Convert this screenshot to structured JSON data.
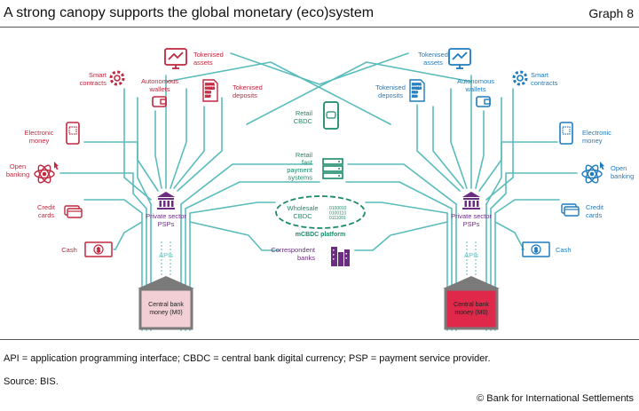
{
  "header": {
    "title": "A strong canopy supports the global monetary (eco)system",
    "graph_label": "Graph 8"
  },
  "colors": {
    "branch": "#5bbcbc",
    "left_accent": "#c0283f",
    "right_accent": "#1f7bbf",
    "center_green": "#1a8a6a",
    "purple": "#6b2c82",
    "trunk_fill_left": "#f1cfd4",
    "trunk_fill_right": "#e0294a",
    "roof": "#7a7a7a"
  },
  "diagram": {
    "left": {
      "tokenised_assets": [
        "Tokenised",
        "assets"
      ],
      "smart_contracts": [
        "Smart",
        "contracts"
      ],
      "autonomous_wallets": [
        "Autonomous",
        "wallets"
      ],
      "tokenised_deposits": [
        "Tokenised",
        "deposits"
      ],
      "electronic_money": [
        "Electronic",
        "money"
      ],
      "open_banking": [
        "Open",
        "banking"
      ],
      "credit_cards": [
        "Credit",
        "cards"
      ],
      "cash": "Cash",
      "psps": [
        "Private sector",
        "PSPs"
      ],
      "apis": "APIs",
      "trunk": [
        "Central bank",
        "money (M0)"
      ]
    },
    "right": {
      "tokenised_assets": [
        "Tokenised",
        "assets"
      ],
      "smart_contracts": [
        "Smart",
        "contracts"
      ],
      "autonomous_wallets": [
        "Autonomous",
        "wallets"
      ],
      "tokenised_deposits": [
        "Tokenised",
        "deposits"
      ],
      "electronic_money": [
        "Electronic",
        "money"
      ],
      "open_banking": [
        "Open",
        "banking"
      ],
      "credit_cards": [
        "Credit",
        "cards"
      ],
      "cash": "Cash",
      "psps": [
        "Private sector",
        "PSPs"
      ],
      "apis": "APIs",
      "trunk": [
        "Central bank",
        "money (M0)"
      ]
    },
    "center": {
      "retail_cbdc": [
        "Retail",
        "CBDC"
      ],
      "retail_fast": [
        "Retail",
        "fast",
        "payment",
        "systems"
      ],
      "wholesale_cbdc": [
        "Wholesale",
        "CBDC"
      ],
      "mcbdc": "mCBDC platform",
      "correspondent": [
        "Correspondent",
        "banks"
      ],
      "binary_left": [
        "11001",
        "00110",
        "010",
        "110"
      ],
      "binary_wholesale": [
        "0100010",
        "0100110",
        "0111001"
      ]
    },
    "icons": {
      "tokenised_assets": "monitor-chart-icon",
      "smart_contracts": "gear-icon",
      "autonomous_wallets": "wallet-icon",
      "tokenised_deposits": "binary-document-icon",
      "electronic_money": "phone-qr-icon",
      "open_banking": "atom-icon",
      "credit_cards": "credit-card-icon",
      "cash": "banknote-icon",
      "psps": "bank-building-icon",
      "retail_cbdc": "phone-cbdc-icon",
      "retail_fast": "server-icon",
      "correspondent": "office-buildings-icon"
    }
  },
  "footer": {
    "footnote": "API = application programming interface; CBDC = central bank digital currency; PSP = payment service provider.",
    "source": "Source: BIS.",
    "copyright": "© Bank for International Settlements"
  }
}
